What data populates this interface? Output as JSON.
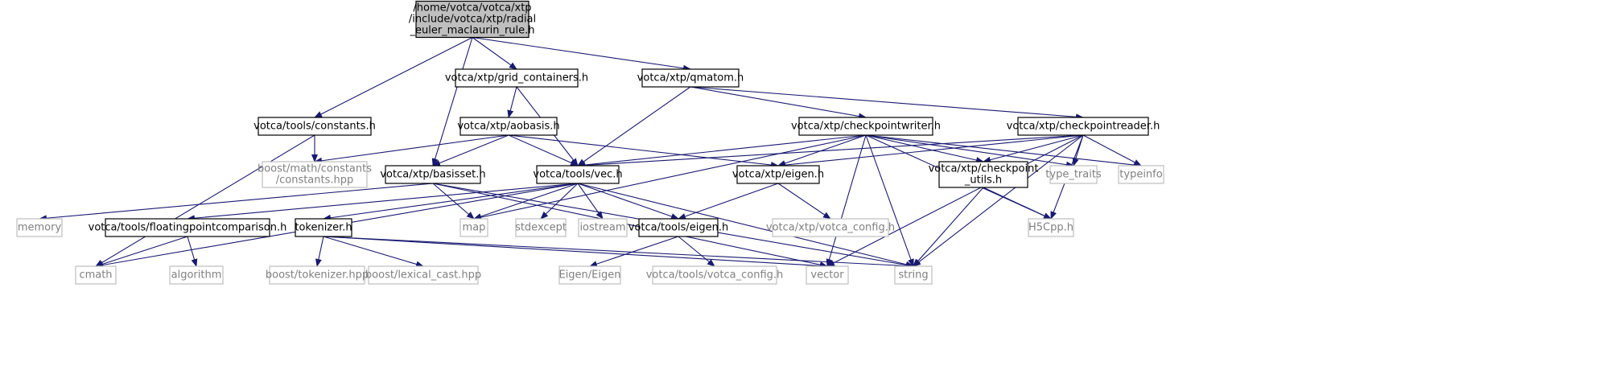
{
  "colors": {
    "edge": "#191970",
    "external_border": "#bfbfbf",
    "external_text": "#808080",
    "root_fill": "#bfbfbf",
    "internal_border": "#000000"
  },
  "nodes": [
    {
      "id": "root",
      "kind": "root",
      "lines": [
        "/home/votca/votca/xtp",
        "/include/votca/xtp/radial",
        "_euler_maclaurin_rule.h"
      ]
    },
    {
      "id": "grid_containers",
      "kind": "internal",
      "lines": [
        "votca/xtp/grid_containers.h"
      ]
    },
    {
      "id": "qmatom",
      "kind": "internal",
      "lines": [
        "votca/xtp/qmatom.h"
      ]
    },
    {
      "id": "constants",
      "kind": "internal",
      "lines": [
        "votca/tools/constants.h"
      ]
    },
    {
      "id": "aobasis",
      "kind": "internal",
      "lines": [
        "votca/xtp/aobasis.h"
      ]
    },
    {
      "id": "checkpointwriter",
      "kind": "internal",
      "lines": [
        "votca/xtp/checkpointwriter.h"
      ]
    },
    {
      "id": "checkpointreader",
      "kind": "internal",
      "lines": [
        "votca/xtp/checkpointreader.h"
      ]
    },
    {
      "id": "boost_constants",
      "kind": "external",
      "lines": [
        "boost/math/constants",
        "/constants.hpp"
      ]
    },
    {
      "id": "basisset",
      "kind": "internal",
      "lines": [
        "votca/xtp/basisset.h"
      ]
    },
    {
      "id": "vec",
      "kind": "internal",
      "lines": [
        "votca/tools/vec.h"
      ]
    },
    {
      "id": "xtp_eigen",
      "kind": "internal",
      "lines": [
        "votca/xtp/eigen.h"
      ]
    },
    {
      "id": "checkpoint_utils",
      "kind": "internal",
      "lines": [
        "votca/xtp/checkpoint",
        "_utils.h"
      ]
    },
    {
      "id": "type_traits",
      "kind": "external",
      "lines": [
        "type_traits"
      ]
    },
    {
      "id": "typeinfo",
      "kind": "external",
      "lines": [
        "typeinfo"
      ]
    },
    {
      "id": "memory",
      "kind": "external",
      "lines": [
        "memory"
      ]
    },
    {
      "id": "floatcmp",
      "kind": "internal",
      "lines": [
        "votca/tools/floatingpointcomparison.h"
      ]
    },
    {
      "id": "tokenizer",
      "kind": "internal",
      "lines": [
        "tokenizer.h"
      ]
    },
    {
      "id": "map",
      "kind": "external",
      "lines": [
        "map"
      ]
    },
    {
      "id": "stdexcept",
      "kind": "external",
      "lines": [
        "stdexcept"
      ]
    },
    {
      "id": "iostream",
      "kind": "external",
      "lines": [
        "iostream"
      ]
    },
    {
      "id": "tools_eigen",
      "kind": "internal",
      "lines": [
        "votca/tools/eigen.h"
      ]
    },
    {
      "id": "xtp_votca_config",
      "kind": "external",
      "lines": [
        "votca/xtp/votca_config.h"
      ]
    },
    {
      "id": "h5cpp",
      "kind": "external",
      "lines": [
        "H5Cpp.h"
      ]
    },
    {
      "id": "cmath",
      "kind": "external",
      "lines": [
        "cmath"
      ]
    },
    {
      "id": "algorithm",
      "kind": "external",
      "lines": [
        "algorithm"
      ]
    },
    {
      "id": "boost_tokenizer",
      "kind": "external",
      "lines": [
        "boost/tokenizer.hpp"
      ]
    },
    {
      "id": "boost_lexical",
      "kind": "external",
      "lines": [
        "boost/lexical_cast.hpp"
      ]
    },
    {
      "id": "eigen_eigen",
      "kind": "external",
      "lines": [
        "Eigen/Eigen"
      ]
    },
    {
      "id": "tools_votca_config",
      "kind": "external",
      "lines": [
        "votca/tools/votca_config.h"
      ]
    },
    {
      "id": "vector",
      "kind": "external",
      "lines": [
        "vector"
      ]
    },
    {
      "id": "string",
      "kind": "external",
      "lines": [
        "string"
      ]
    }
  ],
  "edges": [
    [
      "root",
      "grid_containers"
    ],
    [
      "root",
      "qmatom"
    ],
    [
      "root",
      "constants"
    ],
    [
      "root",
      "basisset"
    ],
    [
      "grid_containers",
      "aobasis"
    ],
    [
      "grid_containers",
      "vec"
    ],
    [
      "qmatom",
      "vec"
    ],
    [
      "qmatom",
      "checkpointwriter"
    ],
    [
      "qmatom",
      "checkpointreader"
    ],
    [
      "constants",
      "boost_constants"
    ],
    [
      "constants",
      "cmath"
    ],
    [
      "aobasis",
      "boost_constants"
    ],
    [
      "aobasis",
      "basisset"
    ],
    [
      "aobasis",
      "vec"
    ],
    [
      "aobasis",
      "xtp_eigen"
    ],
    [
      "checkpointwriter",
      "vec"
    ],
    [
      "checkpointwriter",
      "map"
    ],
    [
      "checkpointwriter",
      "xtp_eigen"
    ],
    [
      "checkpointwriter",
      "checkpoint_utils"
    ],
    [
      "checkpointwriter",
      "type_traits"
    ],
    [
      "checkpointwriter",
      "typeinfo"
    ],
    [
      "checkpointwriter",
      "h5cpp"
    ],
    [
      "checkpointwriter",
      "vector"
    ],
    [
      "checkpointwriter",
      "string"
    ],
    [
      "checkpointreader",
      "vec"
    ],
    [
      "checkpointreader",
      "xtp_eigen"
    ],
    [
      "checkpointreader",
      "checkpoint_utils"
    ],
    [
      "checkpointreader",
      "type_traits"
    ],
    [
      "checkpointreader",
      "typeinfo"
    ],
    [
      "checkpointreader",
      "h5cpp"
    ],
    [
      "checkpointreader",
      "vector"
    ],
    [
      "checkpointreader",
      "string"
    ],
    [
      "basisset",
      "memory"
    ],
    [
      "basisset",
      "map"
    ],
    [
      "basisset",
      "vector"
    ],
    [
      "basisset",
      "string"
    ],
    [
      "vec",
      "cmath"
    ],
    [
      "vec",
      "floatcmp"
    ],
    [
      "vec",
      "tokenizer"
    ],
    [
      "vec",
      "map"
    ],
    [
      "vec",
      "stdexcept"
    ],
    [
      "vec",
      "iostream"
    ],
    [
      "vec",
      "tools_eigen"
    ],
    [
      "vec",
      "string"
    ],
    [
      "xtp_eigen",
      "tools_eigen"
    ],
    [
      "xtp_eigen",
      "xtp_votca_config"
    ],
    [
      "checkpoint_utils",
      "h5cpp"
    ],
    [
      "checkpoint_utils",
      "string"
    ],
    [
      "floatcmp",
      "cmath"
    ],
    [
      "floatcmp",
      "algorithm"
    ],
    [
      "tokenizer",
      "boost_tokenizer"
    ],
    [
      "tokenizer",
      "boost_lexical"
    ],
    [
      "tokenizer",
      "vector"
    ],
    [
      "tokenizer",
      "string"
    ],
    [
      "tools_eigen",
      "eigen_eigen"
    ],
    [
      "tools_eigen",
      "tools_votca_config"
    ]
  ]
}
